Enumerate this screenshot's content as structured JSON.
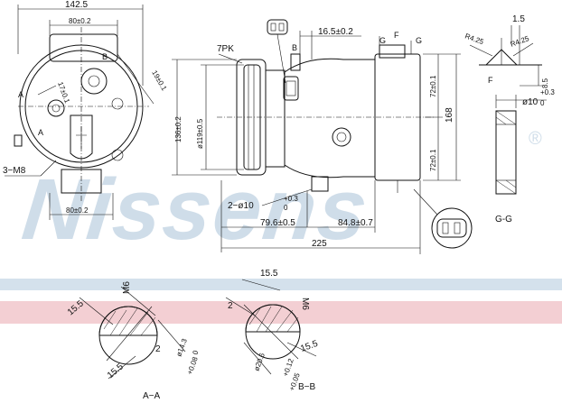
{
  "watermark": {
    "text": "Nissens",
    "trademark": "®"
  },
  "colors": {
    "band_blue": "#d4e1ec",
    "band_red": "#f3cfd3",
    "watermark": "#cfdde9",
    "line": "#111111"
  },
  "dimensions": {
    "front_width": "142.5",
    "front_top_span": "80±0.2",
    "front_bottom_span": "80±0.2",
    "front_side": "19±0.1",
    "front_radius": "17±0.1",
    "mount": "3−M8",
    "belt": "7PK",
    "pulley_dia": "ø119±0.5",
    "body_dia": "136±0.2",
    "top_offset": "16.5±0.2",
    "height_upper": "72±0.1",
    "height_lower": "72±0.1",
    "overall_height": "168",
    "hole_dia": "2−ø10",
    "hole_tol": "+0.3",
    "hole_tol0": "0",
    "span_left": "79.6±0.5",
    "span_right": "84.8±0.7",
    "overall_length": "225",
    "detail_r1": "R4.25",
    "detail_r2": "R4.25",
    "detail_w": "1.5",
    "detail_h": "8.5",
    "detail_dia": "ø10",
    "detail_tol": "+0.3",
    "detail_tol0": "0",
    "gg_label": "G-G"
  },
  "labels": {
    "A": "A",
    "B": "B",
    "F": "F",
    "G": "G"
  },
  "section_aa": {
    "title": "A−A",
    "m6": "M6",
    "d1": "15.5",
    "d2": "15.5",
    "d3": "2",
    "dia": "ø14.3",
    "dia_tol": "+0.08",
    "dia_tol0": "0"
  },
  "section_bb": {
    "title": "B−B",
    "m6": "M6",
    "d1": "15.5",
    "d2": "15.5",
    "d3": "2",
    "dia": "ø20.6",
    "dia_tol": "+0.12",
    "dia_tol2": "+0.05"
  }
}
